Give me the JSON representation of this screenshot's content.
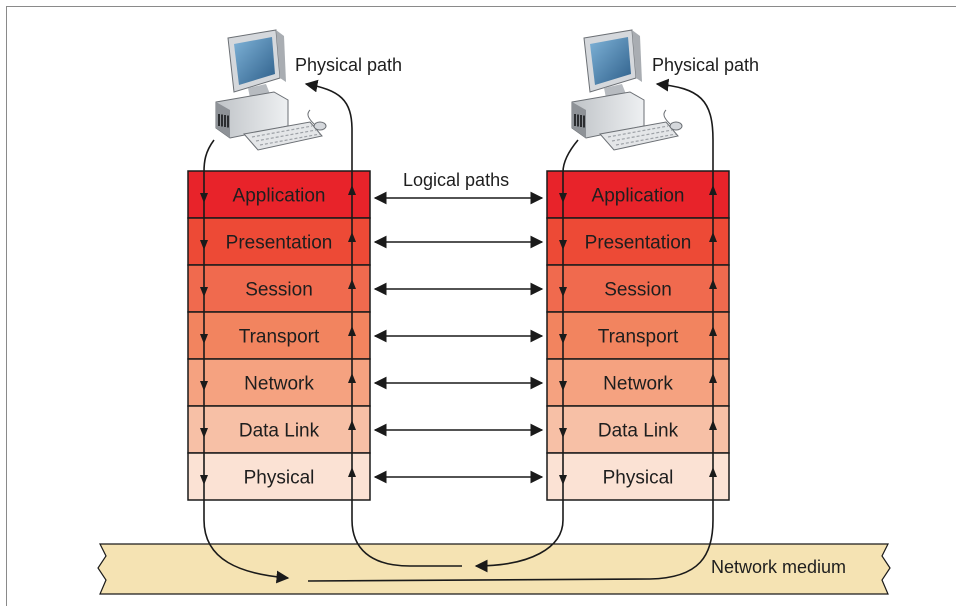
{
  "labels": {
    "physical_path_left": "Physical path",
    "physical_path_right": "Physical path",
    "logical_paths": "Logical paths",
    "network_medium": "Network medium"
  },
  "layers": [
    {
      "name": "Application",
      "color": "#e8232a"
    },
    {
      "name": "Presentation",
      "color": "#ed4a36"
    },
    {
      "name": "Session",
      "color": "#f06a4e"
    },
    {
      "name": "Transport",
      "color": "#f2845f"
    },
    {
      "name": "Network",
      "color": "#f5a280"
    },
    {
      "name": "Data Link",
      "color": "#f7c0a6"
    },
    {
      "name": "Physical",
      "color": "#fbe2d4"
    }
  ],
  "colors": {
    "medium_fill": "#f5e3b3",
    "stroke": "#1a1a1a"
  },
  "icons": [
    "desktop-computer-icon",
    "desktop-computer-icon"
  ]
}
